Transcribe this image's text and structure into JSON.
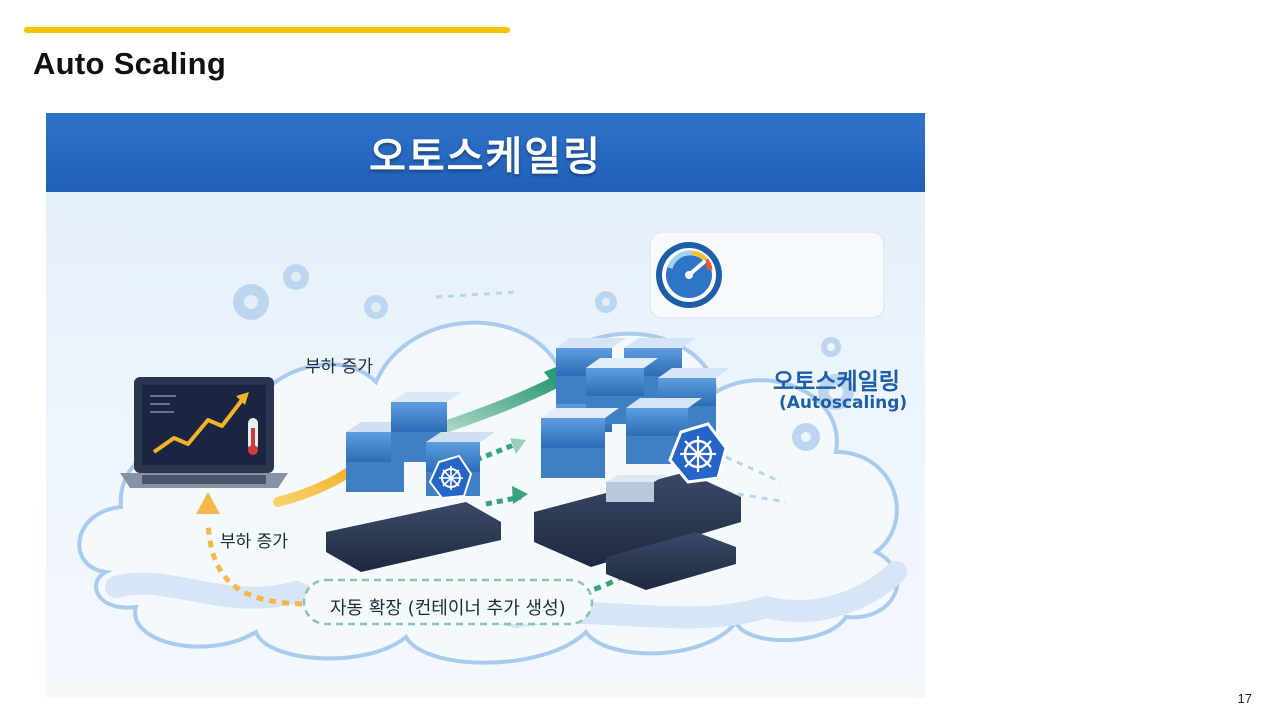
{
  "slide": {
    "title": "Auto Scaling",
    "page_number": "17",
    "accent_color": "#f5c400"
  },
  "illustration": {
    "banner_title": "오토스케일링",
    "badge": {
      "title": "오토스케일링",
      "subtitle": "(Autoscaling)",
      "icon": "speedometer-icon"
    },
    "labels": {
      "load_increase_top": "부하 증가",
      "load_increase_bottom": "부하 증가",
      "auto_expand": "자동 확장 (컨테이너 추가 생성)"
    },
    "icons": [
      "laptop-chart-icon",
      "thermometer-icon",
      "server-cluster-icon",
      "kubernetes-helm-icon",
      "gear-icon",
      "cloud-icon"
    ],
    "colors": {
      "banner": "#1f5fb8",
      "arrow_yellow": "#f4b12a",
      "arrow_green": "#3aa27c",
      "server_blue": "#3f7fc4"
    }
  }
}
